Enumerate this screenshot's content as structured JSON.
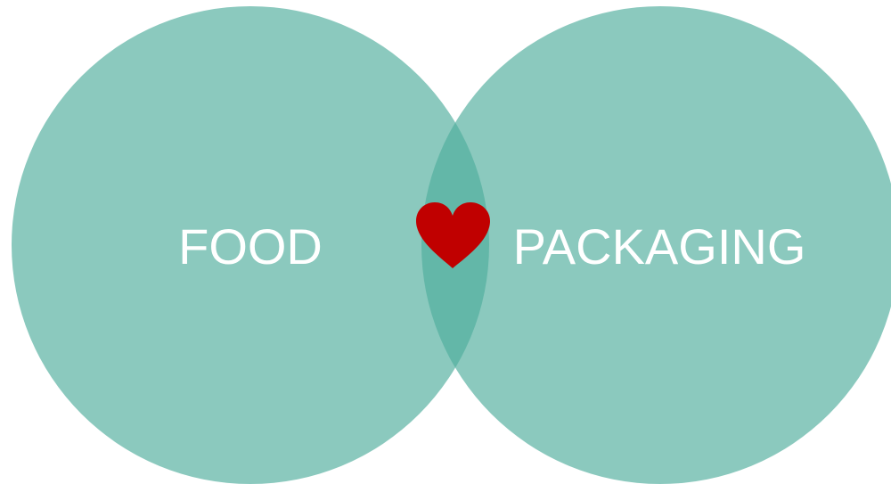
{
  "diagram": {
    "left_circle": {
      "label": "FOOD"
    },
    "right_circle": {
      "label": "PACKAGING"
    },
    "intersection": {
      "icon": "heart-icon"
    }
  },
  "colors": {
    "circle_fill": "#4fad9c",
    "circle_opacity": 0.66,
    "label": "#ffffff",
    "heart": "#c00000",
    "background": "#ffffff"
  }
}
